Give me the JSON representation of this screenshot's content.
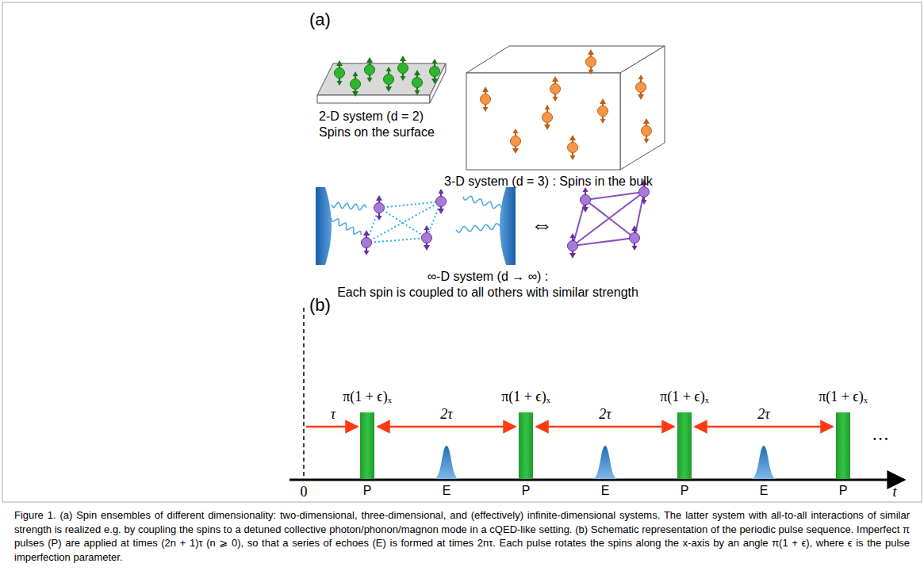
{
  "diagram": {
    "caption": "Figure 1. (a) Spin ensembles of different dimensionality: two-dimensional, three-dimensional, and (effectively) infinite-dimensional systems. The latter system with all-to-all interactions of similar strength is realized e.g. by coupling the spins to a detuned collective photon/phonon/magnon mode in a cQED-like setting. (b) Schematic representation of the periodic pulse sequence. Imperfect π pulses (P) are applied at times (2n + 1)τ (n ⩾ 0), so that a series of echoes (E) is formed at times 2nτ. Each pulse rotates the spins along the x-axis by an angle π(1 + ϵ), where ϵ is the pulse imperfection parameter.",
    "labels": [
      "(a)",
      "2-D system (d = 2)",
      "Spins on the surface",
      "3-D system (d = 3) : Spins in the bulk",
      "∞-D system (d → ∞) :",
      "Each spin is coupled to all others with similar strength",
      "⇔",
      "(b)",
      "π(1 + ϵ)ₓ",
      "π(1 + ϵ)ₓ",
      "π(1 + ϵ)ₓ",
      "π(1 + ϵ)ₓ",
      "τ",
      "2τ",
      "2τ",
      "2τ",
      "P",
      "P",
      "P",
      "P",
      "E",
      "E",
      "E",
      "0",
      "t",
      "⋯"
    ]
  }
}
